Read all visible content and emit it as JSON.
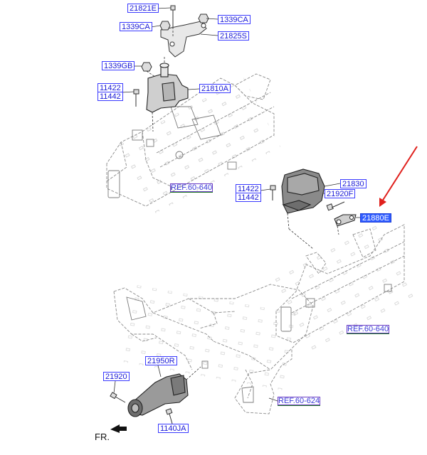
{
  "labels": {
    "p21821E": "21821E",
    "p1339CA_a": "1339CA",
    "p1339CA_b": "1339CA",
    "p21825S": "21825S",
    "p1339GB": "1339GB",
    "p11422_a": "11422",
    "p11442_a": "11442",
    "p21810A": "21810A",
    "p11422_b": "11422",
    "p11442_b": "11442",
    "p21830": "21830",
    "p21920F": "21920F",
    "p21880E": "21880E",
    "p21950R": "21950R",
    "p21920": "21920",
    "p1140JA": "1140JA"
  },
  "refs": {
    "ref_top": "REF.60-640",
    "ref_mid": "REF.60-640",
    "ref_bot": "REF.60-624"
  },
  "direction": {
    "fr": "FR."
  },
  "colors": {
    "label_blue": "#3a3aff",
    "selected_fill": "#2f5cff",
    "ref_green": "#1f7a1f",
    "pointer_red": "#e0201c"
  }
}
